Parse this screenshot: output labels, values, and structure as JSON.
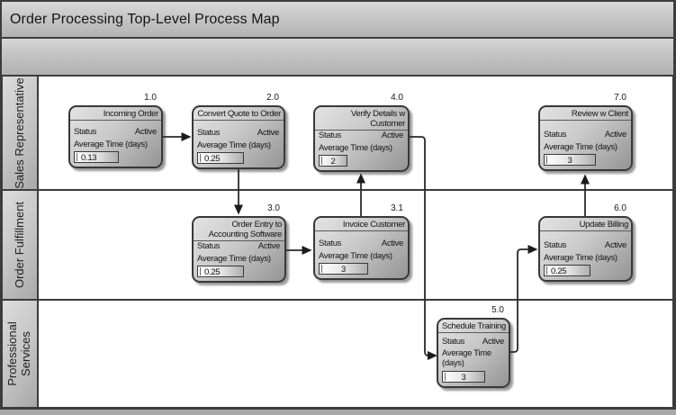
{
  "header": {
    "title": "Order Processing Top-Level Process Map"
  },
  "lanes": [
    {
      "label": "Sales Representative"
    },
    {
      "label": "Order Fulfillment"
    },
    {
      "label": "Professional Services"
    }
  ],
  "labels": {
    "status": "Status",
    "avg_time": "Average Time (days)"
  },
  "boxes": [
    {
      "id": "1.0",
      "title": "Incoming Order",
      "status": "Active",
      "value": "0.13"
    },
    {
      "id": "2.0",
      "title": "Convert Quote to Order",
      "status": "Active",
      "value": "0.25"
    },
    {
      "id": "3.0",
      "title": "Order Entry to Accounting Software",
      "status": "Active",
      "value": "0.25"
    },
    {
      "id": "3.1",
      "title": "Invoice Customer",
      "status": "Active",
      "value": "3"
    },
    {
      "id": "4.0",
      "title": "Verify Details w Customer",
      "status": "Active",
      "value": "2"
    },
    {
      "id": "5.0",
      "title": "Schedule Training",
      "status": "Active",
      "value": "3"
    },
    {
      "id": "6.0",
      "title": "Update Billing",
      "status": "Active",
      "value": "0.25"
    },
    {
      "id": "7.0",
      "title": "Review w Client",
      "status": "Active",
      "value": "3"
    }
  ],
  "colors": {
    "band_gray": "#c6c6c6",
    "box_border": "#383838",
    "lane_background": "#ffffff",
    "connector": "#2a2a2a"
  }
}
